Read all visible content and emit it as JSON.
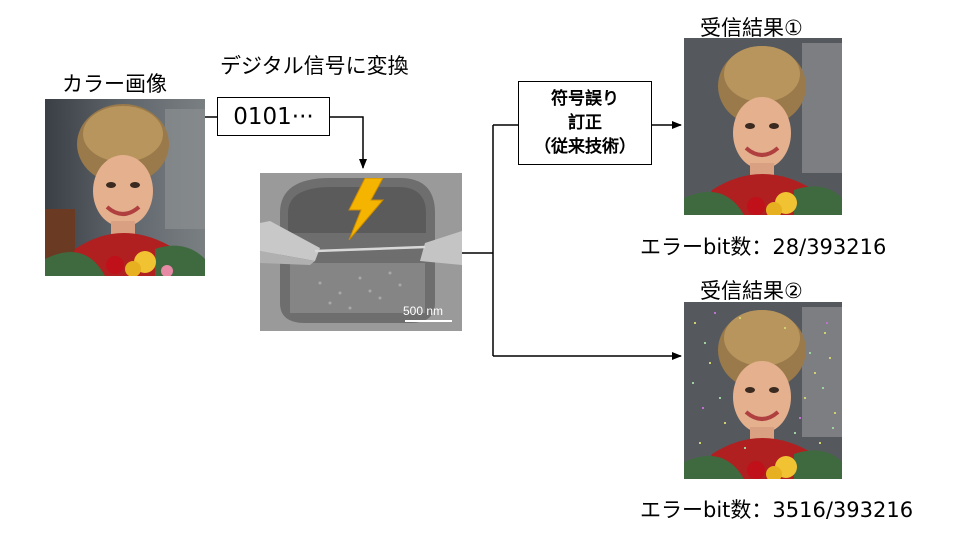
{
  "source": {
    "title": "カラー画像"
  },
  "conversion": {
    "title": "デジタル信号に変換",
    "bits": "0101···"
  },
  "device": {
    "scale_label": "500 nm"
  },
  "correction": {
    "line1": "符号誤り",
    "line2": "訂正",
    "line3": "（従来技術）"
  },
  "result1": {
    "title": "受信結果①",
    "errors": "エラーbit数：28/393216"
  },
  "result2": {
    "title": "受信結果②",
    "errors": "エラーbit数：3516/393216"
  },
  "colors": {
    "lightning": "#f5b400",
    "line": "#000000",
    "sem_bg": "#8f8f8f"
  }
}
